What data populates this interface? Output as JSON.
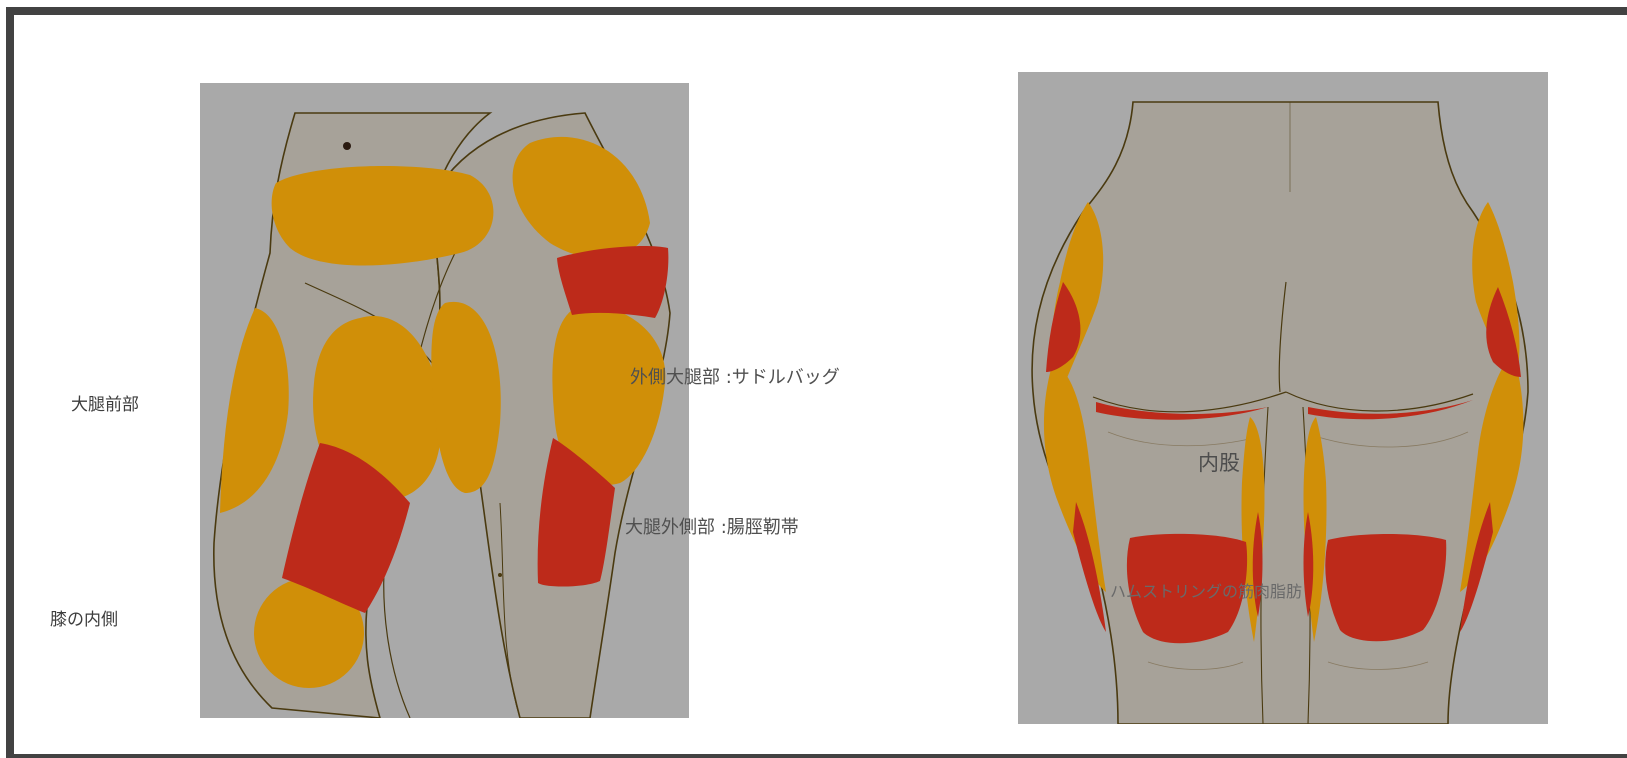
{
  "labels": {
    "front_thigh": "大腿前部",
    "inner_knee": "膝の内側",
    "outer_thigh_saddlebag": "外側大腿部 :サドルバッグ",
    "outer_thigh_itband": "大腿外側部 :腸脛靭帯",
    "inner_thigh": "内股",
    "hamstring_fat": "ハムストリングの筋肉脂肪"
  },
  "colors": {
    "skin": "#a7a299",
    "outline": "#4a3a10",
    "yellow_zone": "#d08f08",
    "red_zone": "#bd2a1a",
    "panel_background": "#a9a9a9",
    "frame_border": "#424242",
    "label_text": "#444444"
  },
  "icons": {
    "front_panel": "leg-front-side-illustration",
    "back_panel": "buttocks-back-thigh-illustration"
  }
}
